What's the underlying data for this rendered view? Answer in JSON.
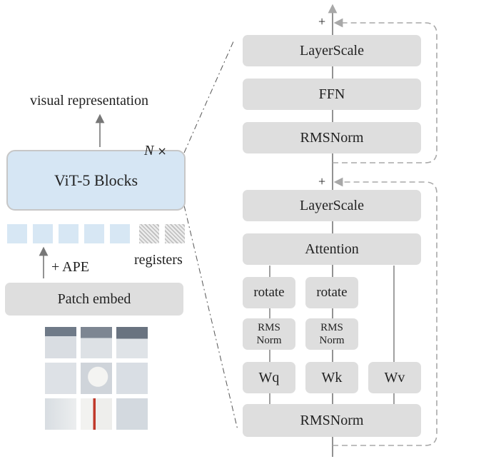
{
  "left": {
    "output_label": "visual representation",
    "block_label": "ViT-5 Blocks",
    "repeat_n": "N",
    "repeat_x": "×",
    "ape_label": "+ APE",
    "registers_label": "registers",
    "patch_embed_label": "Patch embed",
    "input_image": "dog-in-snow-image"
  },
  "ffn_block": {
    "residual_plus": "+",
    "layerscale": "LayerScale",
    "ffn": "FFN",
    "rmsnorm": "RMSNorm"
  },
  "attn_block": {
    "residual_plus": "+",
    "layerscale": "LayerScale",
    "attention": "Attention",
    "rotate_q": "rotate",
    "rotate_k": "rotate",
    "rmsnorm_q_line1": "RMS",
    "rmsnorm_q_line2": "Norm",
    "rmsnorm_k_line1": "RMS",
    "rmsnorm_k_line2": "Norm",
    "wq": "Wq",
    "wk": "Wk",
    "wv": "Wv",
    "rmsnorm": "RMSNorm"
  },
  "colors": {
    "box_gray": "#dedede",
    "token_blue": "#d7e7f4",
    "block_blue": "#d6e6f4",
    "arrow": "#777777",
    "dashed": "#b0b0b0"
  }
}
